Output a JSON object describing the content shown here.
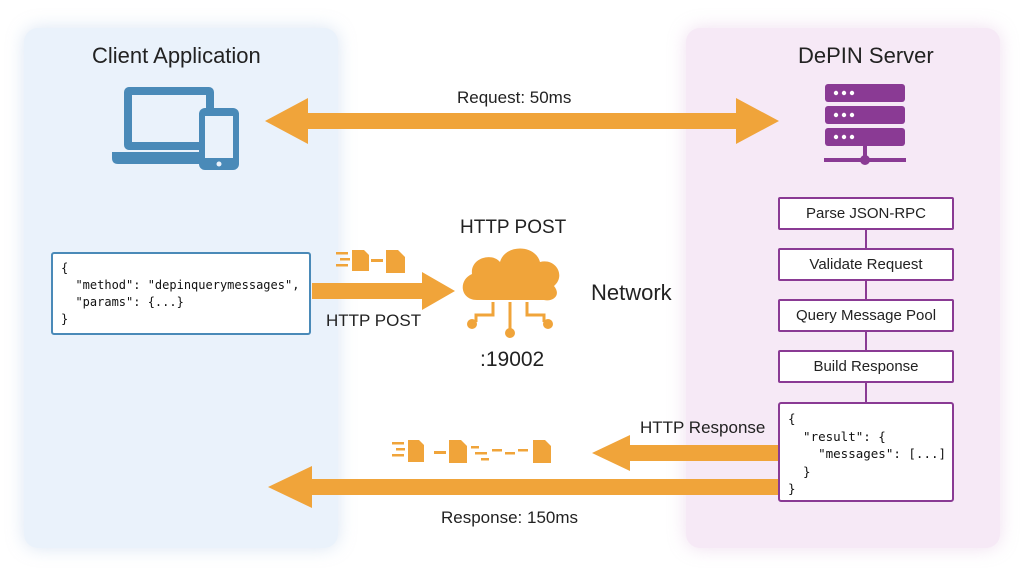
{
  "client": {
    "title": "Client Application",
    "request_code": [
      "{",
      "  \"method\": \"depinquerymessages\",",
      "  \"params\": {...}",
      "}"
    ]
  },
  "server": {
    "title": "DePIN Server",
    "steps": [
      "Parse JSON-RPC",
      "Validate Request",
      "Query Message Pool",
      "Build Response"
    ],
    "response_code": [
      "{",
      "  \"result\": {",
      "    \"messages\": [...]",
      "  }",
      "}"
    ]
  },
  "network": {
    "label": "Network",
    "http_post_top": "HTTP POST",
    "http_post_arrow": "HTTP POST",
    "port": ":19002",
    "http_response": "HTTP Response"
  },
  "timing": {
    "request": "Request: 50ms",
    "response": "Response: 150ms"
  },
  "colors": {
    "arrow": "#f0a43a",
    "client_blue": "#4a8ab8",
    "server_purple": "#8a3a94"
  }
}
